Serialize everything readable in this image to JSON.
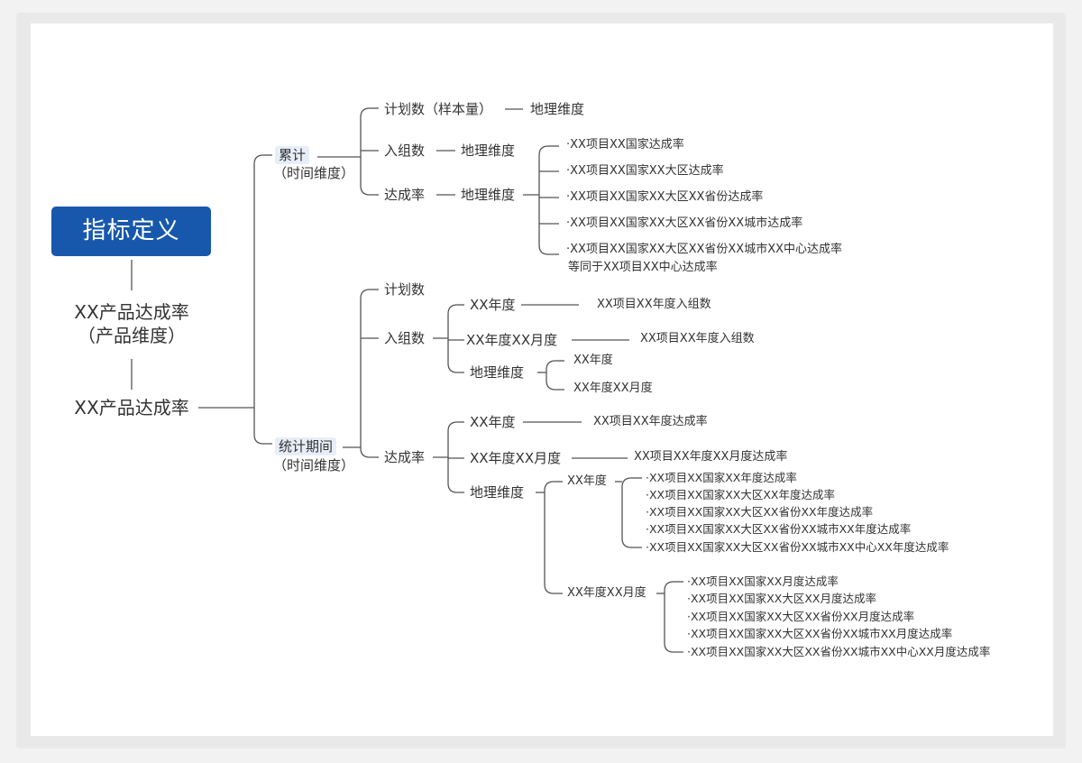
{
  "root": {
    "title": "指标定义"
  },
  "product": {
    "label_a_line1": "XX产品达成率",
    "label_a_line2": "（产品维度）",
    "label_b": "XX产品达成率"
  },
  "cumulative": {
    "label": "累计",
    "sub": "（时间维度）",
    "plan": "计划数（样本量）",
    "plan_dim": "地理维度",
    "enroll": "入组数",
    "enroll_dim": "地理维度",
    "rate": "达成率",
    "rate_dim": "地理维度",
    "rate_items": [
      "·XX项目XX国家达成率",
      "·XX项目XX国家XX大区达成率",
      "·XX项目XX国家XX大区XX省份达成率",
      "·XX项目XX国家XX大区XX省份XX城市达成率",
      "·XX项目XX国家XX大区XX省份XX城市XX中心达成率"
    ],
    "rate_note": "等同于XX项目XX中心达成率"
  },
  "period": {
    "label": "统计期间",
    "sub": "（时间维度）",
    "plan": "计划数",
    "enroll": "入组数",
    "enroll_year": "XX年度",
    "enroll_year_desc": "XX项目XX年度入组数",
    "enroll_month": "XX年度XX月度",
    "enroll_month_desc": "XX项目XX年度入组数",
    "enroll_geo": "地理维度",
    "enroll_geo_items": [
      "XX年度",
      "XX年度XX月度"
    ],
    "rate": "达成率",
    "rate_year": "XX年度",
    "rate_year_desc": "XX项目XX年度达成率",
    "rate_month": "XX年度XX月度",
    "rate_month_desc": "XX项目XX年度XX月度达成率",
    "rate_geo": "地理维度",
    "geo_year": "XX年度",
    "geo_year_items": [
      "·XX项目XX国家XX年度达成率",
      "·XX项目XX国家XX大区XX年度达成率",
      "·XX项目XX国家XX大区XX省份XX年度达成率",
      "·XX项目XX国家XX大区XX省份XX城市XX年度达成率",
      "·XX项目XX国家XX大区XX省份XX城市XX中心XX年度达成率"
    ],
    "geo_month": "XX年度XX月度",
    "geo_month_items": [
      "·XX项目XX国家XX月度达成率",
      "·XX项目XX国家XX大区XX月度达成率",
      "·XX项目XX国家XX大区XX省份XX月度达成率",
      "·XX项目XX国家XX大区XX省份XX城市XX月度达成率",
      "·XX项目XX国家XX大区XX省份XX城市XX中心XX月度达成率"
    ]
  }
}
